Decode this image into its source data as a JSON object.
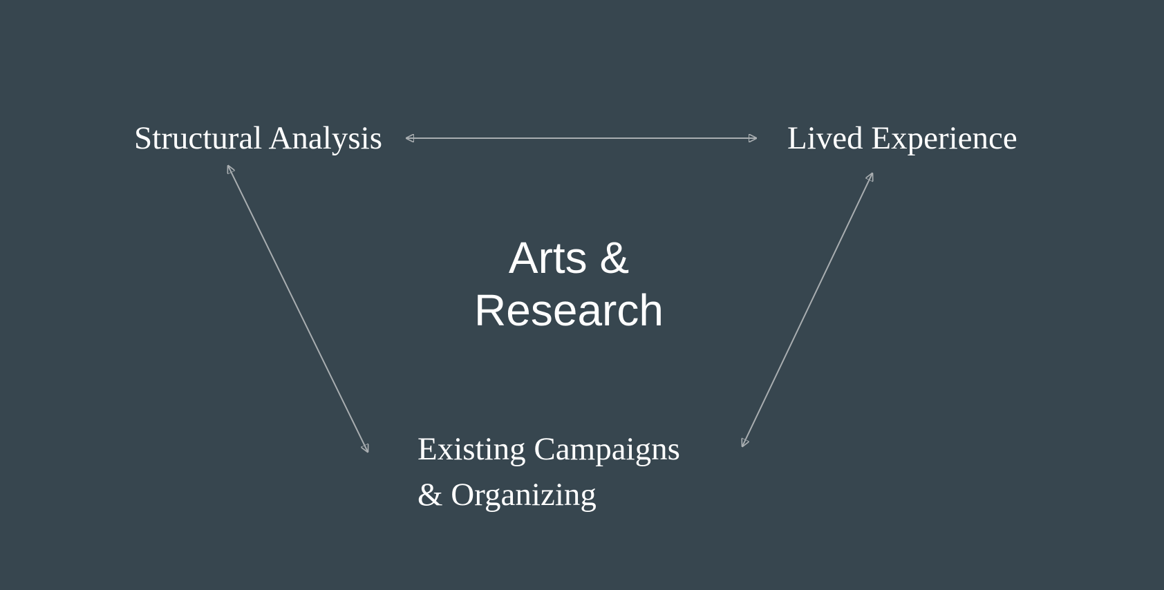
{
  "colors": {
    "background": "#37464f",
    "text": "#ffffff",
    "arrow": "#a9aeb1"
  },
  "center": {
    "line1": "Arts &",
    "line2": "Research"
  },
  "nodes": {
    "structural_analysis": "Structural Analysis",
    "lived_experience": "Lived Experience",
    "campaigns": {
      "line1": "Existing Campaigns",
      "line2": "& Organizing"
    }
  },
  "connectors": [
    {
      "from": "Structural Analysis",
      "to": "Lived Experience",
      "direction": "both"
    },
    {
      "from": "Structural Analysis",
      "to": "Existing Campaigns & Organizing",
      "direction": "both"
    },
    {
      "from": "Lived Experience",
      "to": "Existing Campaigns & Organizing",
      "direction": "both"
    }
  ]
}
